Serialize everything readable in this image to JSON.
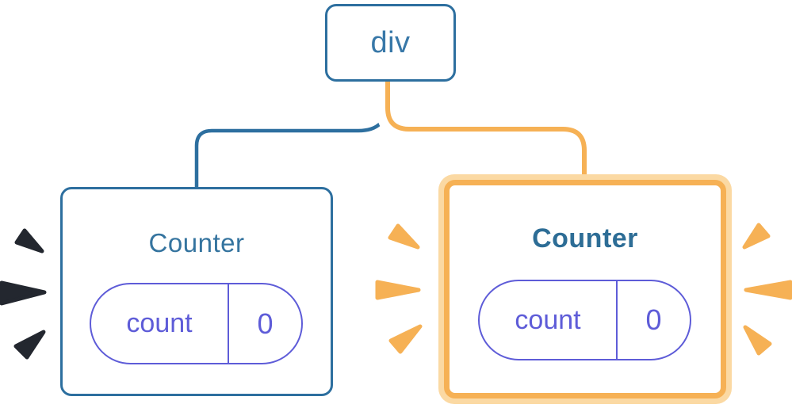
{
  "diagram": {
    "description": "React component tree: a div root with two Counter children, right Counter highlighted as re-rendered",
    "root_node": {
      "label": "div"
    },
    "left_counter": {
      "title": "Counter",
      "state_name": "count",
      "state_value": "0",
      "highlighted": false
    },
    "right_counter": {
      "title": "Counter",
      "state_name": "count",
      "state_value": "0",
      "highlighted": true
    }
  },
  "colors": {
    "node_border_blue": "#2d6f9f",
    "node_text_blue": "#3878a8",
    "title_blue": "#35749f",
    "title_blue_bold": "#2d6d96",
    "state_purple": "#5e5cd8",
    "highlight_orange": "#f6b155",
    "highlight_orange_light": "#fbd9a3",
    "spark_dark": "#23272f",
    "connector_casing": "#ffffff",
    "background": "#ffffff"
  }
}
